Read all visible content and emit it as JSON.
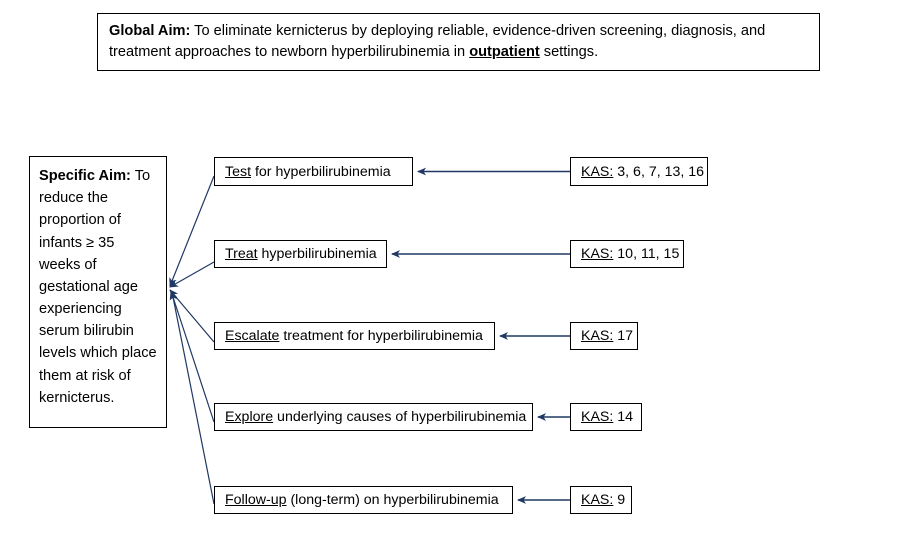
{
  "diagram": {
    "title_not_rendered": "",
    "accent_color": "#1F3864",
    "border_color": "#000000",
    "background_color": "#FFFFFF"
  },
  "global_aim": {
    "label": "Global Aim:",
    "text_part1": " To eliminate kernicterus by deploying reliable, evidence-driven screening, diagnosis, and treatment approaches to newborn hyperbilirubinemia in ",
    "emphasis": "outpatient",
    "text_part2": " settings."
  },
  "specific_aim": {
    "label": "Specific Aim:",
    "text": " To reduce the proportion of infants ≥ 35 weeks of gestational age experiencing serum bilirubin levels which place them at risk of kernicterus."
  },
  "drivers": [
    {
      "key": "test",
      "underlined": "Test",
      "rest": " for hyperbilirubinemia"
    },
    {
      "key": "treat",
      "underlined": "Treat",
      "rest": " hyperbilirubinemia"
    },
    {
      "key": "escalate",
      "underlined": "Escalate",
      "rest": " treatment for hyperbilirubinemia"
    },
    {
      "key": "explore",
      "underlined": "Explore",
      "rest": " underlying causes of hyperbilirubinemia"
    },
    {
      "key": "followup",
      "underlined": "Follow-up",
      "rest": " (long-term) on hyperbilirubinemia"
    }
  ],
  "kas": [
    {
      "key": "test",
      "label": "KAS:",
      "values": " 3, 6, 7, 13, 16"
    },
    {
      "key": "treat",
      "label": "KAS:",
      "values": " 10, 11, 15"
    },
    {
      "key": "escalate",
      "label": "KAS:",
      "values": " 17"
    },
    {
      "key": "explore",
      "label": "KAS:",
      "values": " 14"
    },
    {
      "key": "followup",
      "label": "KAS:",
      "values": " 9"
    }
  ]
}
